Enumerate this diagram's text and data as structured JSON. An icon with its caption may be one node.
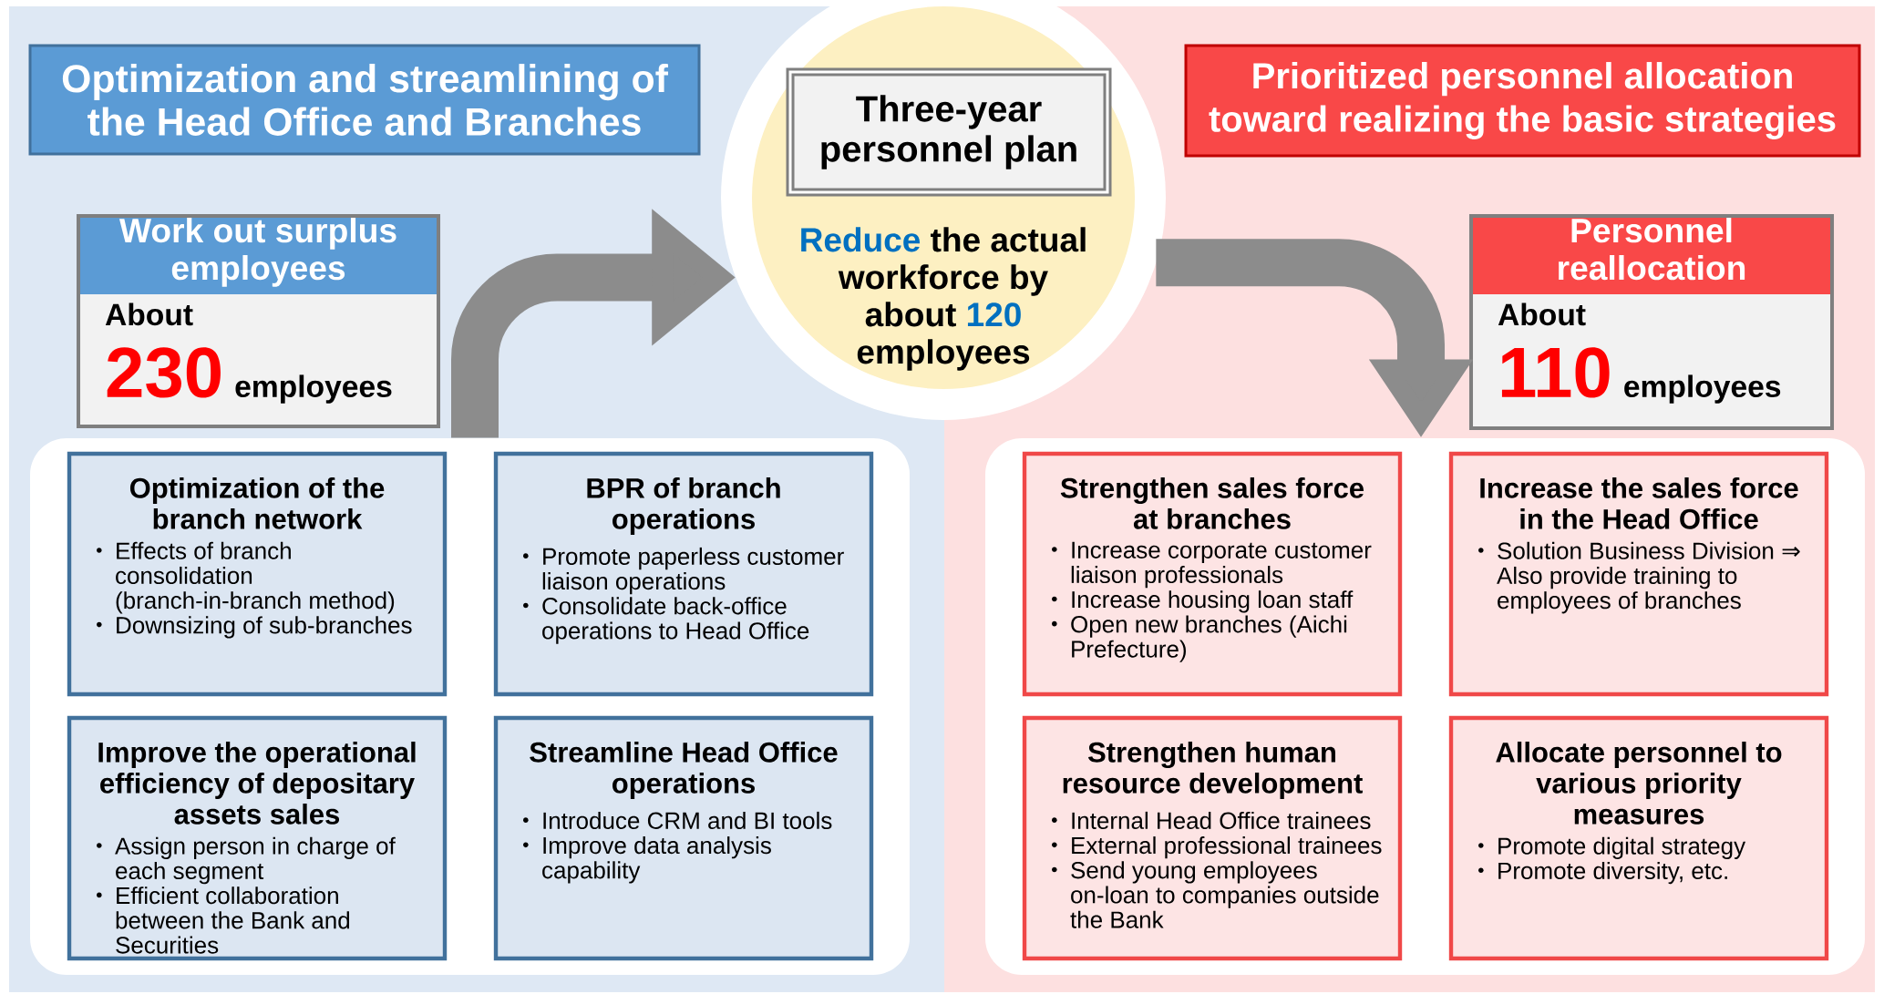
{
  "diagram": {
    "nodes": [
      {
        "text": [
          "Optimization and streamlining of the Head Office and Branches"
        ]
      },
      {
        "text": [
          "**Reduce** the actual workforce by about **120** employees"
        ]
      },
      {
        "text": [
          "Three-year personnel plan"
        ],
        "in": 1
      },
      {
        "text": [
          "Prioritized personnel allocation toward realizing the basic strategies"
        ]
      },
      {
        "text": [
          "Work out surplus employees",
          "About",
          "230",
          "employees"
        ]
      },
      {
        "text": [
          "Personnel reallocation",
          "About",
          "110",
          "employees"
        ]
      },
      {
        "text": [],
        "shape": "box"
      },
      {
        "text": [
          "Optimization of the branch network",
          "Effects of branch consolidation (branch-in-branch method)",
          "Downsizing of sub-branches"
        ],
        "in": 6
      },
      {
        "text": [
          "BPR of branch operations",
          "Promote paperless customer liaison operations",
          "Consolidate back-office operations to Head Office"
        ],
        "in": 6
      },
      {
        "text": [
          "Improve the operational efficiency of depositary assets sales",
          "Assign person in charge of each segment",
          "Efficient collaboration between the Bank and Securities"
        ],
        "in": 6
      },
      {
        "text": [
          "Streamline Head Office operations",
          "Introduce CRM and BI tools",
          "Improve data analysis capability"
        ],
        "in": 6
      },
      {
        "text": [],
        "shape": "box"
      },
      {
        "text": [
          "Strengthen sales force at branches",
          "Increase corporate customer liaison professionals",
          "Increase housing loan staff",
          "Open new branches (Aichi Prefecture)"
        ],
        "in": 11
      },
      {
        "text": [
          "Increase the sales force in the Head Office",
          "Solution Business Division ⇒ Also provide training to employees of branches"
        ],
        "in": 11
      },
      {
        "text": [
          "Strengthen human resource development",
          "Internal Head Office trainees",
          "External professional trainees",
          "Send young employees on-loan to companies outside the Bank"
        ],
        "in": 11
      },
      {
        "text": [
          "Allocate personnel to various priority measures",
          "Promote digital strategy",
          "Promote diversity, etc."
        ],
        "in": 11
      }
    ],
    "edges": [
      {
        "from": 6,
        "to": 1,
        "arrow": "to"
      },
      {
        "from": 1,
        "to": 11,
        "arrow": "to"
      }
    ]
  }
}
